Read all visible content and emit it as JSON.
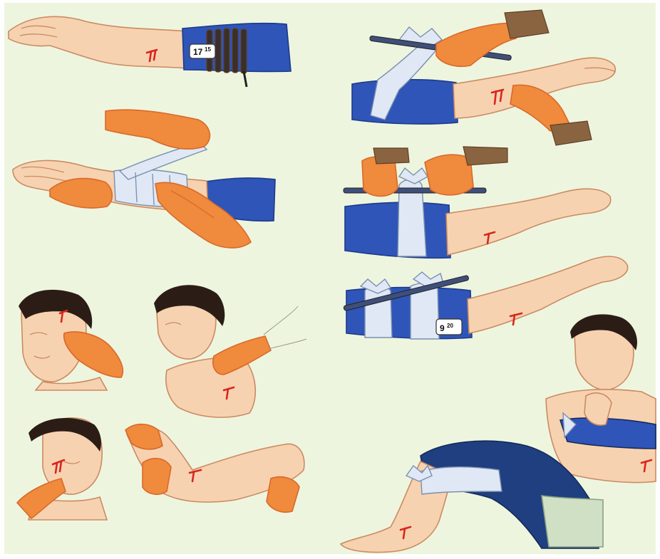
{
  "illustration": {
    "background_color": "#eef5df",
    "colors": {
      "skin": "#f7d2b0",
      "skin_outline": "#c98b62",
      "glove": "#f08a3c",
      "glove_dark": "#d9692a",
      "cuff": "#8a6440",
      "sleeve": "#2f55b8",
      "sleeve_dark": "#1d3a8a",
      "bandage": "#dfe8f4",
      "bandage_outline": "#7a8fb0",
      "rod": "#3f4f7a",
      "tourniquet": "#3a2f2a",
      "hair": "#2b1d16",
      "blood": "#d8261e",
      "pants": "#1f3f80"
    },
    "tags": {
      "tourniquet_note_1": "17",
      "tourniquet_note_1_suffix": "15",
      "tourniquet_note_2": "9",
      "tourniquet_note_2_suffix": "20"
    }
  }
}
